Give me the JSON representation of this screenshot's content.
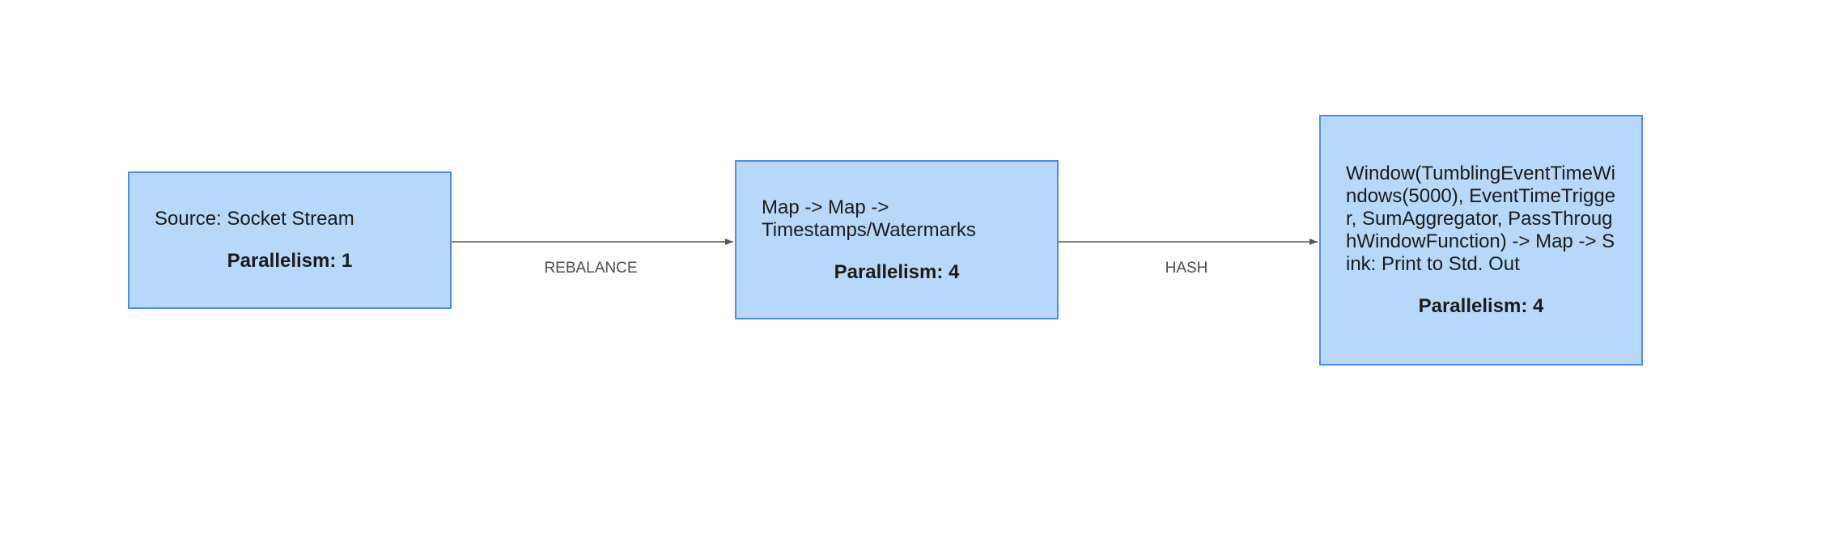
{
  "nodes": [
    {
      "id": "source",
      "title": "Source: Socket Stream",
      "parallelism": "Parallelism: 1"
    },
    {
      "id": "map",
      "title": "Map -> Map -> Timestamps/Watermarks",
      "parallelism": "Parallelism: 4"
    },
    {
      "id": "window",
      "title": "Window(TumblingEventTimeWindows(5000), EventTimeTrigger, SumAggregator, PassThroughWindowFunction) -> Map -> Sink: Print to Std. Out",
      "parallelism": "Parallelism: 4"
    }
  ],
  "edges": [
    {
      "from": "source",
      "to": "map",
      "label": "REBALANCE"
    },
    {
      "from": "map",
      "to": "window",
      "label": "HASH"
    }
  ],
  "colors": {
    "node_fill": "#b8d8fa",
    "node_border": "#4a8ee6",
    "edge": "#555555",
    "edge_label": "#4d4d4d"
  }
}
